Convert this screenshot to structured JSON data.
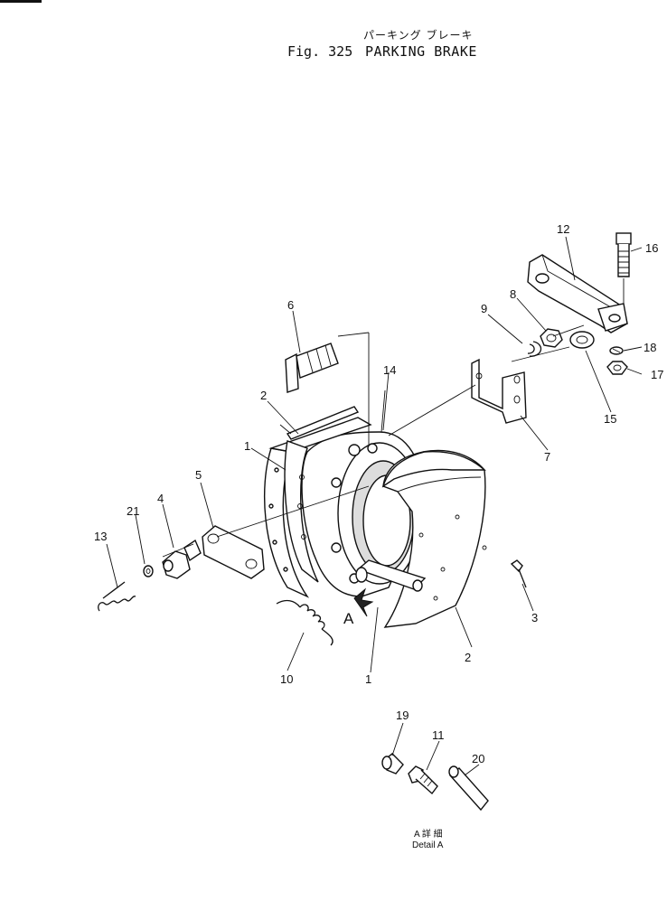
{
  "header": {
    "title_jp": "パーキング ブレーキ",
    "figure_number": "Fig. 325",
    "title_en": "PARKING BRAKE"
  },
  "callouts": [
    {
      "id": "c1a",
      "text": "1"
    },
    {
      "id": "c1b",
      "text": "1"
    },
    {
      "id": "c2a",
      "text": "2"
    },
    {
      "id": "c2b",
      "text": "2"
    },
    {
      "id": "c3",
      "text": "3"
    },
    {
      "id": "c4",
      "text": "4"
    },
    {
      "id": "c5",
      "text": "5"
    },
    {
      "id": "c6",
      "text": "6"
    },
    {
      "id": "c7",
      "text": "7"
    },
    {
      "id": "c8",
      "text": "8"
    },
    {
      "id": "c9",
      "text": "9"
    },
    {
      "id": "c10",
      "text": "10"
    },
    {
      "id": "c11",
      "text": "11"
    },
    {
      "id": "c12",
      "text": "12"
    },
    {
      "id": "c13",
      "text": "13"
    },
    {
      "id": "c14",
      "text": "14"
    },
    {
      "id": "c15",
      "text": "15"
    },
    {
      "id": "c16",
      "text": "16"
    },
    {
      "id": "c17",
      "text": "17"
    },
    {
      "id": "c18",
      "text": "18"
    },
    {
      "id": "c19",
      "text": "19"
    },
    {
      "id": "c20",
      "text": "20"
    },
    {
      "id": "c21",
      "text": "21"
    }
  ],
  "detail_marker": "A",
  "detail_caption": {
    "jp": "A 詳 細",
    "en": "Detail A"
  }
}
